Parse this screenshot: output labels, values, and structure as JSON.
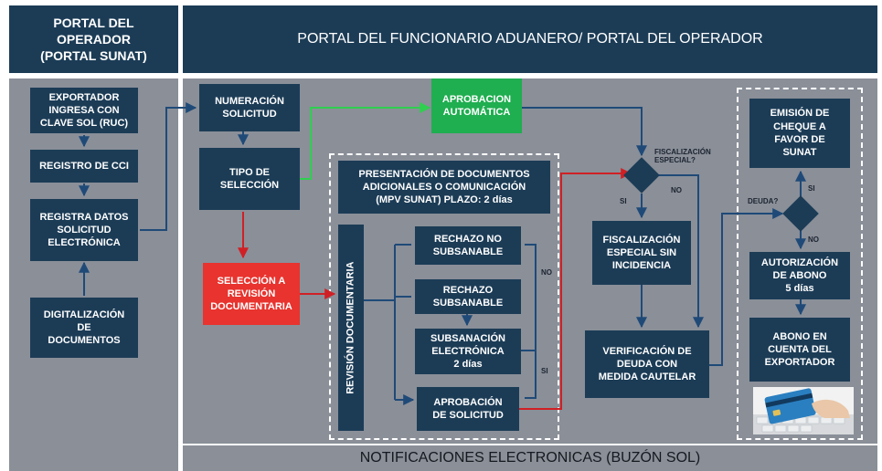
{
  "headers": {
    "left": "PORTAL DEL\nOPERADOR\n(PORTAL SUNAT)",
    "main": "PORTAL DEL FUNCIONARIO  ADUANERO/ PORTAL DEL OPERADOR",
    "bottom": "NOTIFICACIONES ELECTRONICAS (BUZÓN SOL)"
  },
  "boxes": {
    "exportador": "EXPORTADOR\nINGRESA CON\nCLAVE SOL (RUC)",
    "registro_cci": "REGISTRO DE CCI",
    "registra_datos": "REGISTRA DATOS\nSOLICITUD\nELECTRÓNICA",
    "digitalizacion": "DIGITALIZACIÓN\nDE\nDOCUMENTOS",
    "numeracion": "NUMERACIÓN\nSOLICITUD",
    "tipo_seleccion": "TIPO DE\nSELECCIÓN",
    "seleccion_revision": "SELECCIÓN A\nREVISIÓN\nDOCUMENTARIA",
    "aprobacion_auto": "APROBACION\nAUTOMÁTICA",
    "presentacion": "PRESENTACIÓN DE DOCUMENTOS\nADICIONALES O COMUNICACIÓN\n(MPV SUNAT) PLAZO: 2 días",
    "revision_doc": "REVISIÓN DOCUMENTARIA",
    "rechazo_no": "RECHAZO NO\nSUBSANABLE",
    "rechazo_sub": "RECHAZO\nSUBSANABLE",
    "subsanacion": "SUBSANACIÓN\nELECTRÓNICA\n2 días",
    "aprobacion_sol": "APROBACIÓN\nDE SOLICITUD",
    "fiscalizacion_sin": "FISCALIZACIÓN\nESPECIAL SIN\nINCIDENCIA",
    "verificacion": "VERIFICACIÓN DE\nDEUDA CON\nMEDIDA CAUTELAR",
    "emision": "EMISIÓN DE\nCHEQUE  A\nFAVOR DE\nSUNAT",
    "autorizacion": "AUTORIZACIÓN\nDE ABONO\n5  días",
    "abono": "ABONO EN\nCUENTA DEL\nEXPORTADOR"
  },
  "labels": {
    "fiscalizacion_q": "FISCALIZACIÓN\nESPECIAL?",
    "si_fisc": "SI",
    "no_fisc": "NO",
    "deuda_q": "DEUDA?",
    "si_deuda": "SI",
    "no_deuda": "NO",
    "no_loop": "NO",
    "si_loop": "SI"
  },
  "colors": {
    "navy": "#1c3c56",
    "panel_gray": "#8a8f98",
    "green": "#1fae50",
    "red": "#e8332e",
    "arrow_navy": "#1f4a78",
    "arrow_green": "#2fcf4f",
    "arrow_red": "#d02025"
  }
}
